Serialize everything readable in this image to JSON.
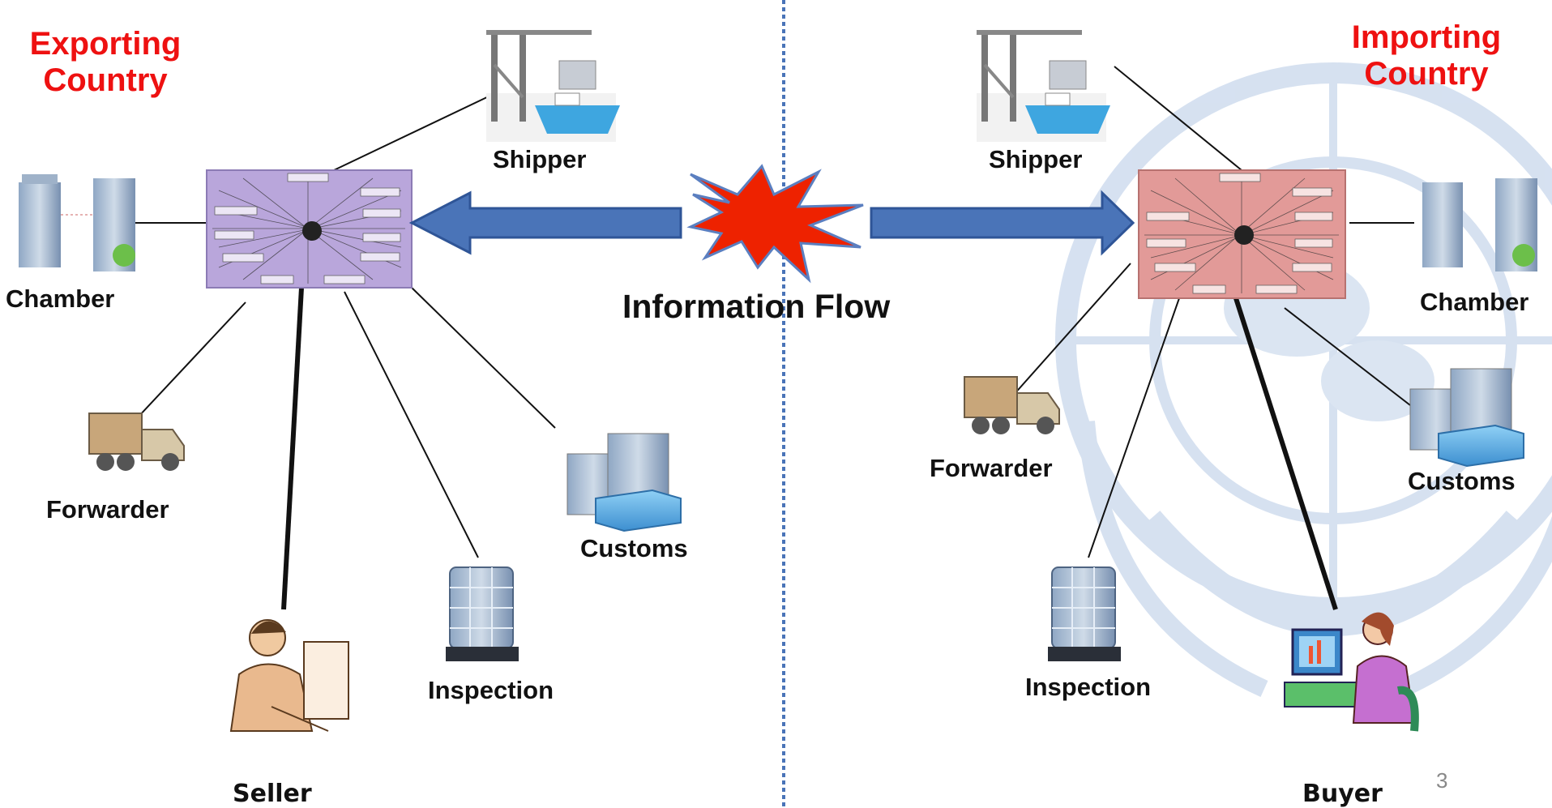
{
  "exporting": {
    "title": "Exporting\nCountry",
    "color": "#ee1111"
  },
  "importing": {
    "title": "Importing\nCountry",
    "color": "#ee1111"
  },
  "flow_label": "Information Flow",
  "hub_colors": {
    "exporting": "#b9a6db",
    "importing": "#e29a98"
  },
  "arrow_color": "#4a74b8",
  "burst_color": "#ee2200",
  "divider_color": "#4a74b8",
  "left_nodes": {
    "shipper": "Shipper",
    "chamber": "Chamber",
    "forwarder": "Forwarder",
    "seller": "Seller",
    "inspection": "Inspection",
    "customs": "Customs"
  },
  "right_nodes": {
    "shipper": "Shipper",
    "chamber": "Chamber",
    "forwarder": "Forwarder",
    "buyer": "Buyer",
    "inspection": "Inspection",
    "customs": "Customs"
  },
  "page_number": "3"
}
